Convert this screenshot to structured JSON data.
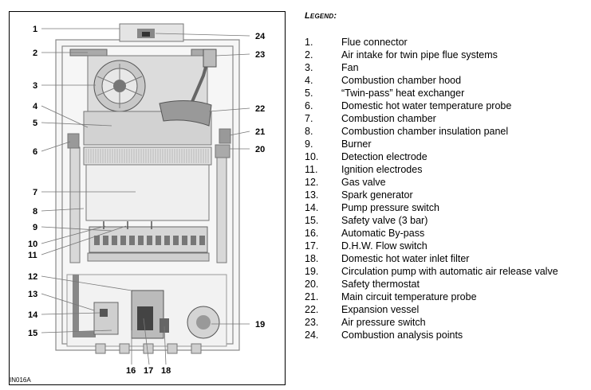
{
  "legend": {
    "title": "Legend:",
    "items": [
      {
        "num": "1.",
        "label": "Flue connector"
      },
      {
        "num": "2.",
        "label": "Air intake for twin pipe flue systems"
      },
      {
        "num": "3.",
        "label": "Fan"
      },
      {
        "num": "4.",
        "label": "Combustion chamber hood"
      },
      {
        "num": "5.",
        "label": "“Twin-pass” heat exchanger"
      },
      {
        "num": "6.",
        "label": "Domestic hot water temperature probe"
      },
      {
        "num": "7.",
        "label": "Combustion chamber"
      },
      {
        "num": "8.",
        "label": "Combustion chamber insulation panel"
      },
      {
        "num": "9.",
        "label": "Burner"
      },
      {
        "num": "10.",
        "label": "Detection electrode"
      },
      {
        "num": "11.",
        "label": "Ignition electrodes"
      },
      {
        "num": "12.",
        "label": "Gas valve"
      },
      {
        "num": "13.",
        "label": "Spark generator"
      },
      {
        "num": "14.",
        "label": "Pump pressure switch"
      },
      {
        "num": "15.",
        "label": "Safety valve (3 bar)"
      },
      {
        "num": "16.",
        "label": "Automatic By-pass"
      },
      {
        "num": "17.",
        "label": "D.H.W. Flow switch"
      },
      {
        "num": "18.",
        "label": "Domestic hot water inlet filter"
      },
      {
        "num": "19.",
        "label": "Circulation pump with automatic air release valve"
      },
      {
        "num": "20.",
        "label": "Safety thermostat"
      },
      {
        "num": "21.",
        "label": "Main circuit temperature probe"
      },
      {
        "num": "22.",
        "label": "Expansion vessel"
      },
      {
        "num": "23.",
        "label": "Air pressure switch"
      },
      {
        "num": "24.",
        "label": "Combustion analysis points"
      }
    ]
  },
  "callouts": {
    "c1": "1",
    "c2": "2",
    "c3": "3",
    "c4": "4",
    "c5": "5",
    "c6": "6",
    "c7": "7",
    "c8": "8",
    "c9": "9",
    "c10": "10",
    "c11": "11",
    "c12": "12",
    "c13": "13",
    "c14": "14",
    "c15": "15",
    "c16": "16",
    "c17": "17",
    "c18": "18",
    "c19": "19",
    "c20": "20",
    "c21": "21",
    "c22": "22",
    "c23": "23",
    "c24": "24"
  },
  "figure_code": "IN016A"
}
